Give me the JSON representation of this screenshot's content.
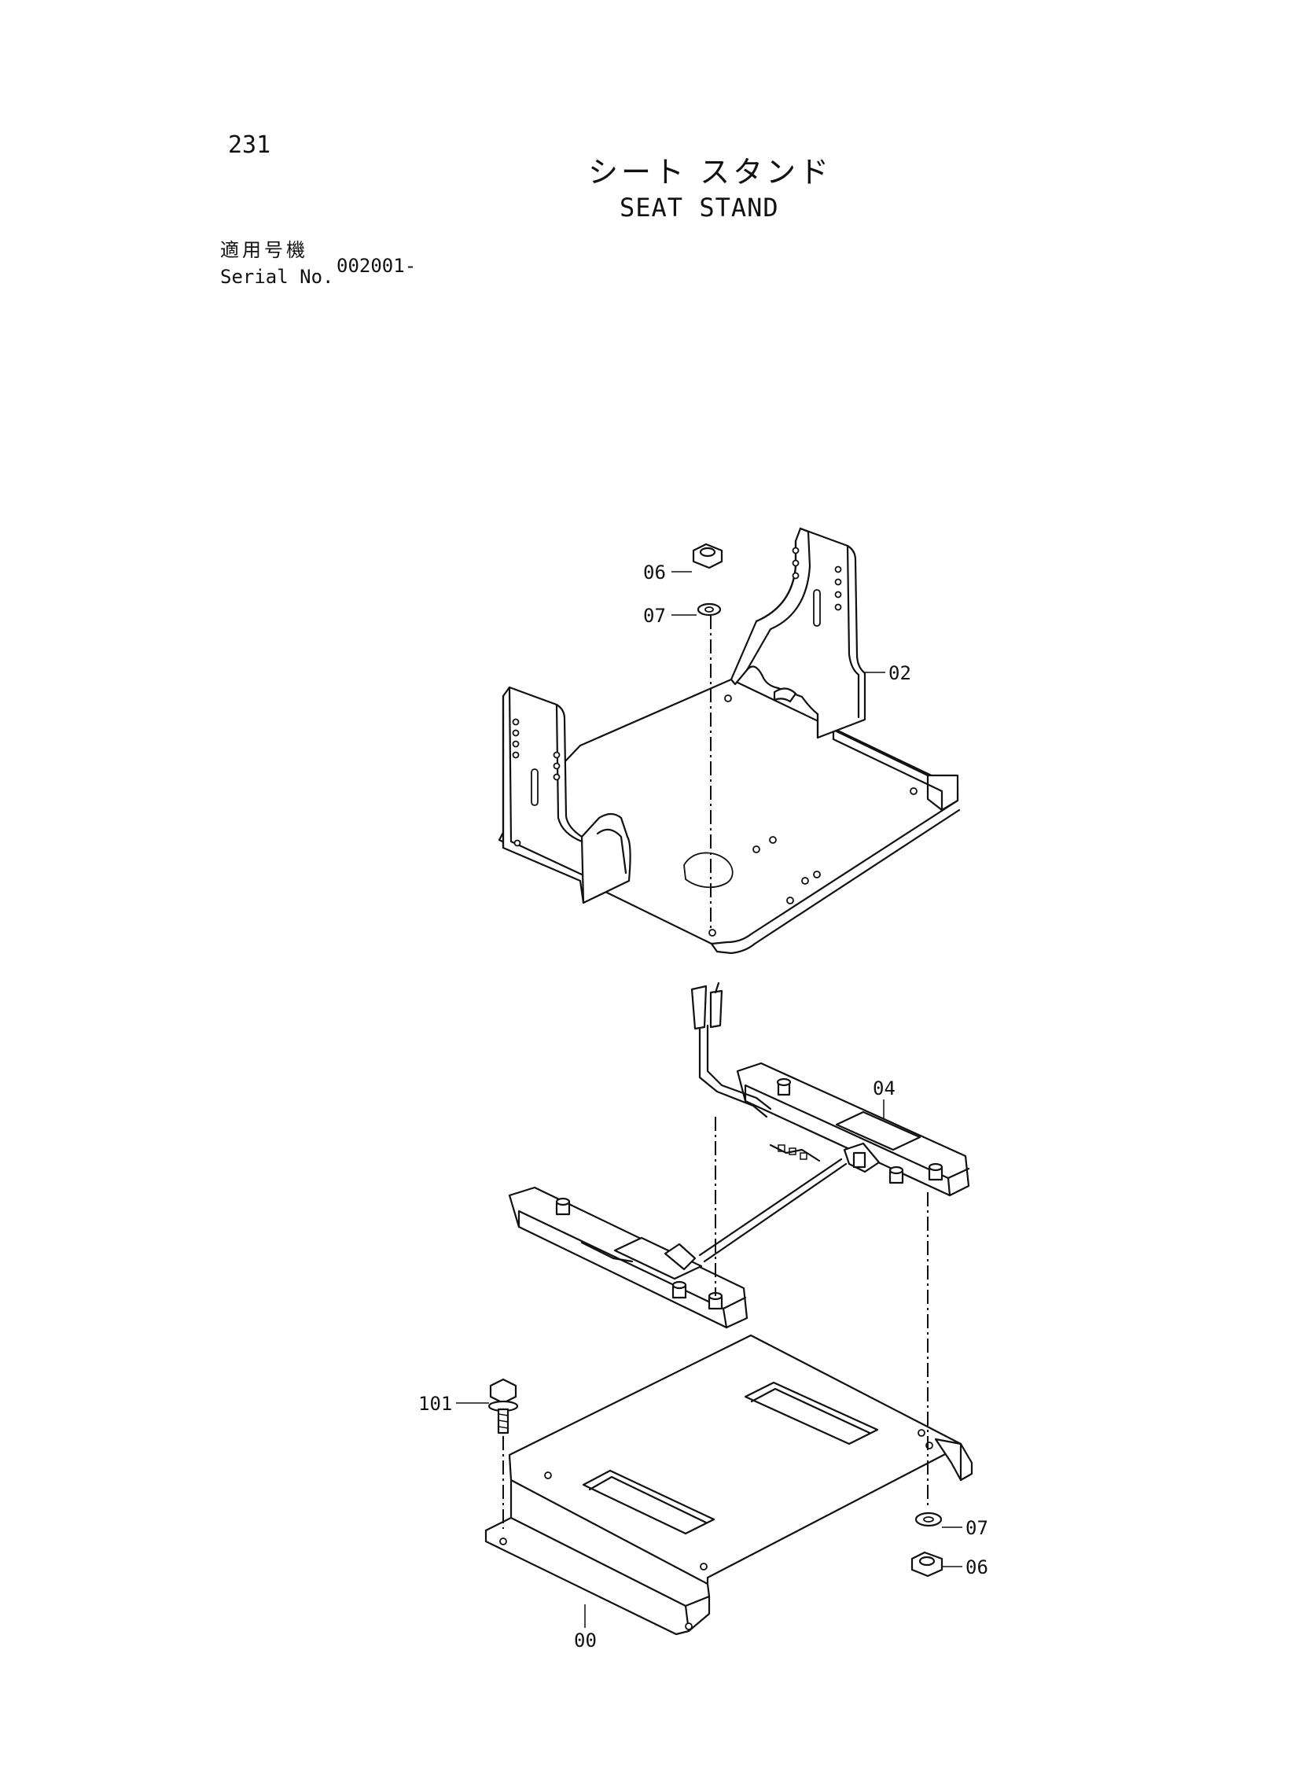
{
  "header": {
    "page_number": "231",
    "title_ja": "シート スタンド",
    "title_en": "SEAT STAND",
    "serial_label_ja": "適用号機",
    "serial_label_en": "Serial No.",
    "serial_value": "002001-"
  },
  "callouts": {
    "c06_top": "06",
    "c07_top": "07",
    "c02": "02",
    "c04": "04",
    "c101": "101",
    "c07_bottom": "07",
    "c06_bottom": "06",
    "c00": "00"
  }
}
